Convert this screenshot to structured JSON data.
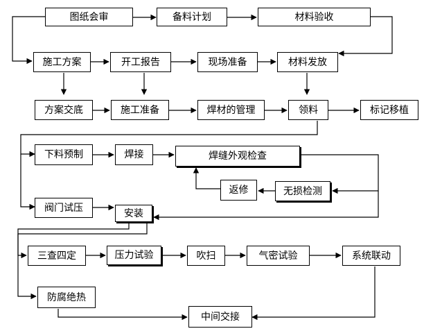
{
  "nodes": {
    "drawing_review": "图纸会审",
    "material_plan": "备料计划",
    "material_acceptance": "材料验收",
    "construction_plan": "施工方案",
    "start_report": "开工报告",
    "site_prep": "现场准备",
    "material_issue": "材料发放",
    "plan_briefing": "方案交底",
    "construction_prep": "施工准备",
    "welding_material_mgmt": "焊材的管理",
    "material_pickup": "领料",
    "marking_transfer": "标记移植",
    "cutting_prefab": "下料预制",
    "welding": "焊接",
    "weld_visual_inspection": "焊缝外观检查",
    "rework": "返修",
    "ndt": "无损检测",
    "valve_pressure_test": "阀门试压",
    "installation": "安装",
    "three_check_four_fix": "三查四定",
    "pressure_test": "压力试验",
    "blowing": "吹扫",
    "air_tightness_test": "气密试验",
    "system_commissioning": "系统联动",
    "anticorrosion_insulation": "防腐绝热",
    "interim_handover": "中间交接"
  }
}
